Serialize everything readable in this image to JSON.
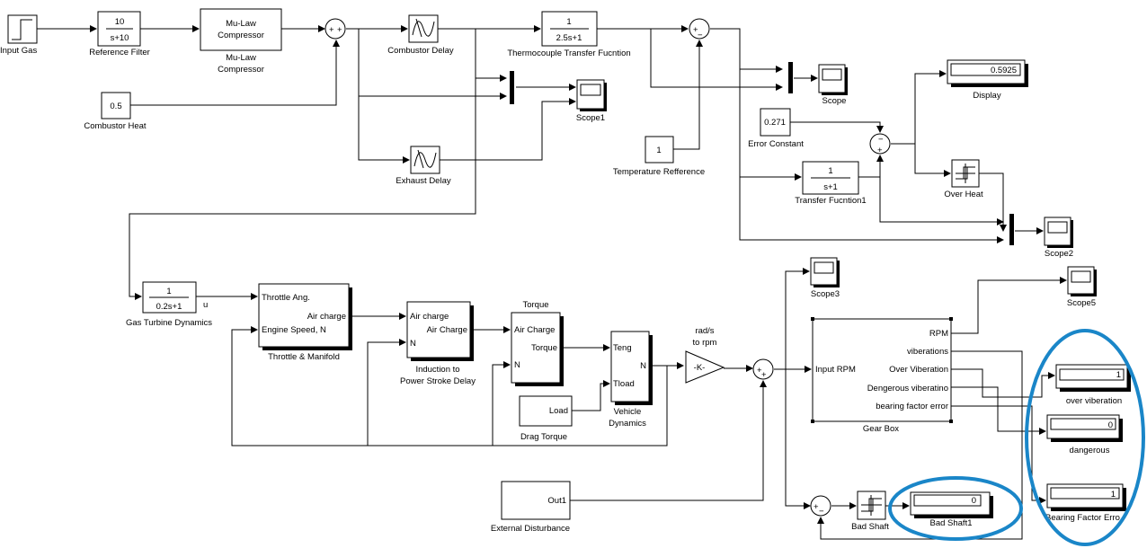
{
  "labels": {
    "input_gas": "Input Gas",
    "reference_filter": "Reference Filter",
    "mulaw_title": "Mu-Law\nCompressor",
    "mulaw_label": "Mu-Law\nCompressor",
    "combustor_delay": "Combustor Delay",
    "thermocouple": "Thermocouple Transfer Fucntion",
    "scope": "Scope",
    "scope1": "Scope1",
    "scope2": "Scope2",
    "scope3": "Scope3",
    "scope5": "Scope5",
    "display": "Display",
    "combustor_heat": "Combustor Heat",
    "exhaust_delay": "Exhaust Delay",
    "temperature_ref": "Temperature Refference",
    "error_constant": "Error Constant",
    "transfer_function1": "Transfer Fucntion1",
    "over_heat": "Over Heat",
    "gas_turbine": "Gas Turbine Dynamics",
    "throttle_manifold": "Throttle & Manifold",
    "induction": "Induction to\nPower Stroke Delay",
    "torque_title": "Torque",
    "drag_torque": "Drag Torque",
    "vehicle_dynamics": "Vehicle\nDynamics",
    "rad_to_rpm": "rad/s\nto rpm",
    "gear_box": "Gear Box",
    "external_disturbance": "External Disturbance",
    "bad_shaft": "Bad Shaft",
    "bad_shaft1": "Bad Shaft1",
    "over_vibration": "over viberation",
    "dangerous": "dangerous",
    "bearing_factor_error": "Bearing Factor Erro"
  },
  "blocks": {
    "ref_filter_num": "10",
    "ref_filter_den": "s+10",
    "thermo_num": "1",
    "thermo_den": "2.5s+1",
    "tf1_num": "1",
    "tf1_den": "s+1",
    "gas_turbine_num": "1",
    "gas_turbine_den": "0.2s+1",
    "gas_turbine_out": "u",
    "combustor_heat_value": "0.5",
    "temperature_ref_value": "1",
    "error_constant_value": "0.271",
    "display_value": "0.5925",
    "gain": "-K-",
    "throttle_in1": "Throttle Ang.",
    "throttle_in2": "Engine Speed, N",
    "throttle_out": "Air charge",
    "induction_in1": "Air charge",
    "induction_in2": "N",
    "induction_out": "Air Charge",
    "torque_in1": "Air Charge",
    "torque_in2": "N",
    "torque_out": "Torque",
    "vehicle_in1": "Teng",
    "vehicle_in2": "Tload",
    "vehicle_out": "N",
    "load": "Load",
    "gear_in": "Input RPM",
    "gear_out1": "RPM",
    "gear_out2": "viberations",
    "gear_out3": "Over Viberation",
    "gear_out4": "Dengerous viberatino",
    "gear_out5": "bearing factor error",
    "ext_out": "Out1",
    "over_vibration_value": "1",
    "dangerous_value": "0",
    "bearing_value": "1",
    "bad_shaft1_value": "0"
  },
  "signs": {
    "sum1": "+",
    "sum1b": "+",
    "sum2": "+",
    "sum2b": "−",
    "sum3": "−",
    "sum3b": "+",
    "sum4": "+",
    "sum4b": "+",
    "sum5": "+",
    "sum5b": "−"
  },
  "colors": {
    "highlight": "#1a86c8",
    "lines": "#000000",
    "background": "#ffffff"
  }
}
